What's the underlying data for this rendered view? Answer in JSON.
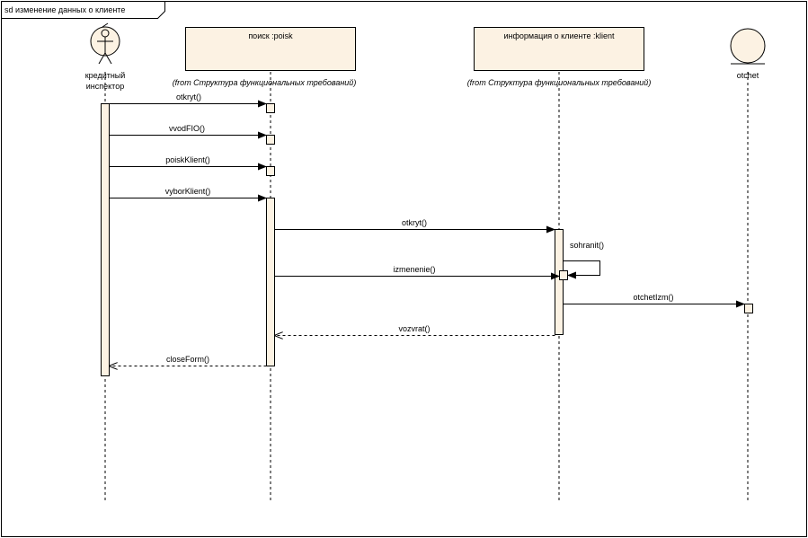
{
  "diagram": {
    "frame_title": "sd изменение данных о клиенте",
    "colors": {
      "box_fill": "#fcf2e3",
      "line": "#000000",
      "background": "#ffffff"
    },
    "actor": {
      "label_line1": "кредитный",
      "label_line2": "инспектор",
      "icon": "stick-figure-actor-icon"
    },
    "objects": [
      {
        "name": "поиск :poisk",
        "from_note": "(from Структура функциональных требований)"
      },
      {
        "name": "информация о клиенте :klient",
        "from_note": "(from Структура функциональных требований)"
      }
    ],
    "entity": {
      "name": "otchet",
      "icon": "entity-circle-icon"
    },
    "messages": [
      {
        "label": "otkryt()",
        "kind": "call"
      },
      {
        "label": "vvodFIO()",
        "kind": "call"
      },
      {
        "label": "poiskKlient()",
        "kind": "call"
      },
      {
        "label": "vyborKlient()",
        "kind": "call"
      },
      {
        "label": "otkryt()",
        "kind": "call"
      },
      {
        "label": "sohranit()",
        "kind": "self-call"
      },
      {
        "label": "izmenenie()",
        "kind": "call"
      },
      {
        "label": "otchetIzm()",
        "kind": "call"
      },
      {
        "label": "vozvrat()",
        "kind": "return"
      },
      {
        "label": "closeForm()",
        "kind": "return"
      }
    ]
  }
}
